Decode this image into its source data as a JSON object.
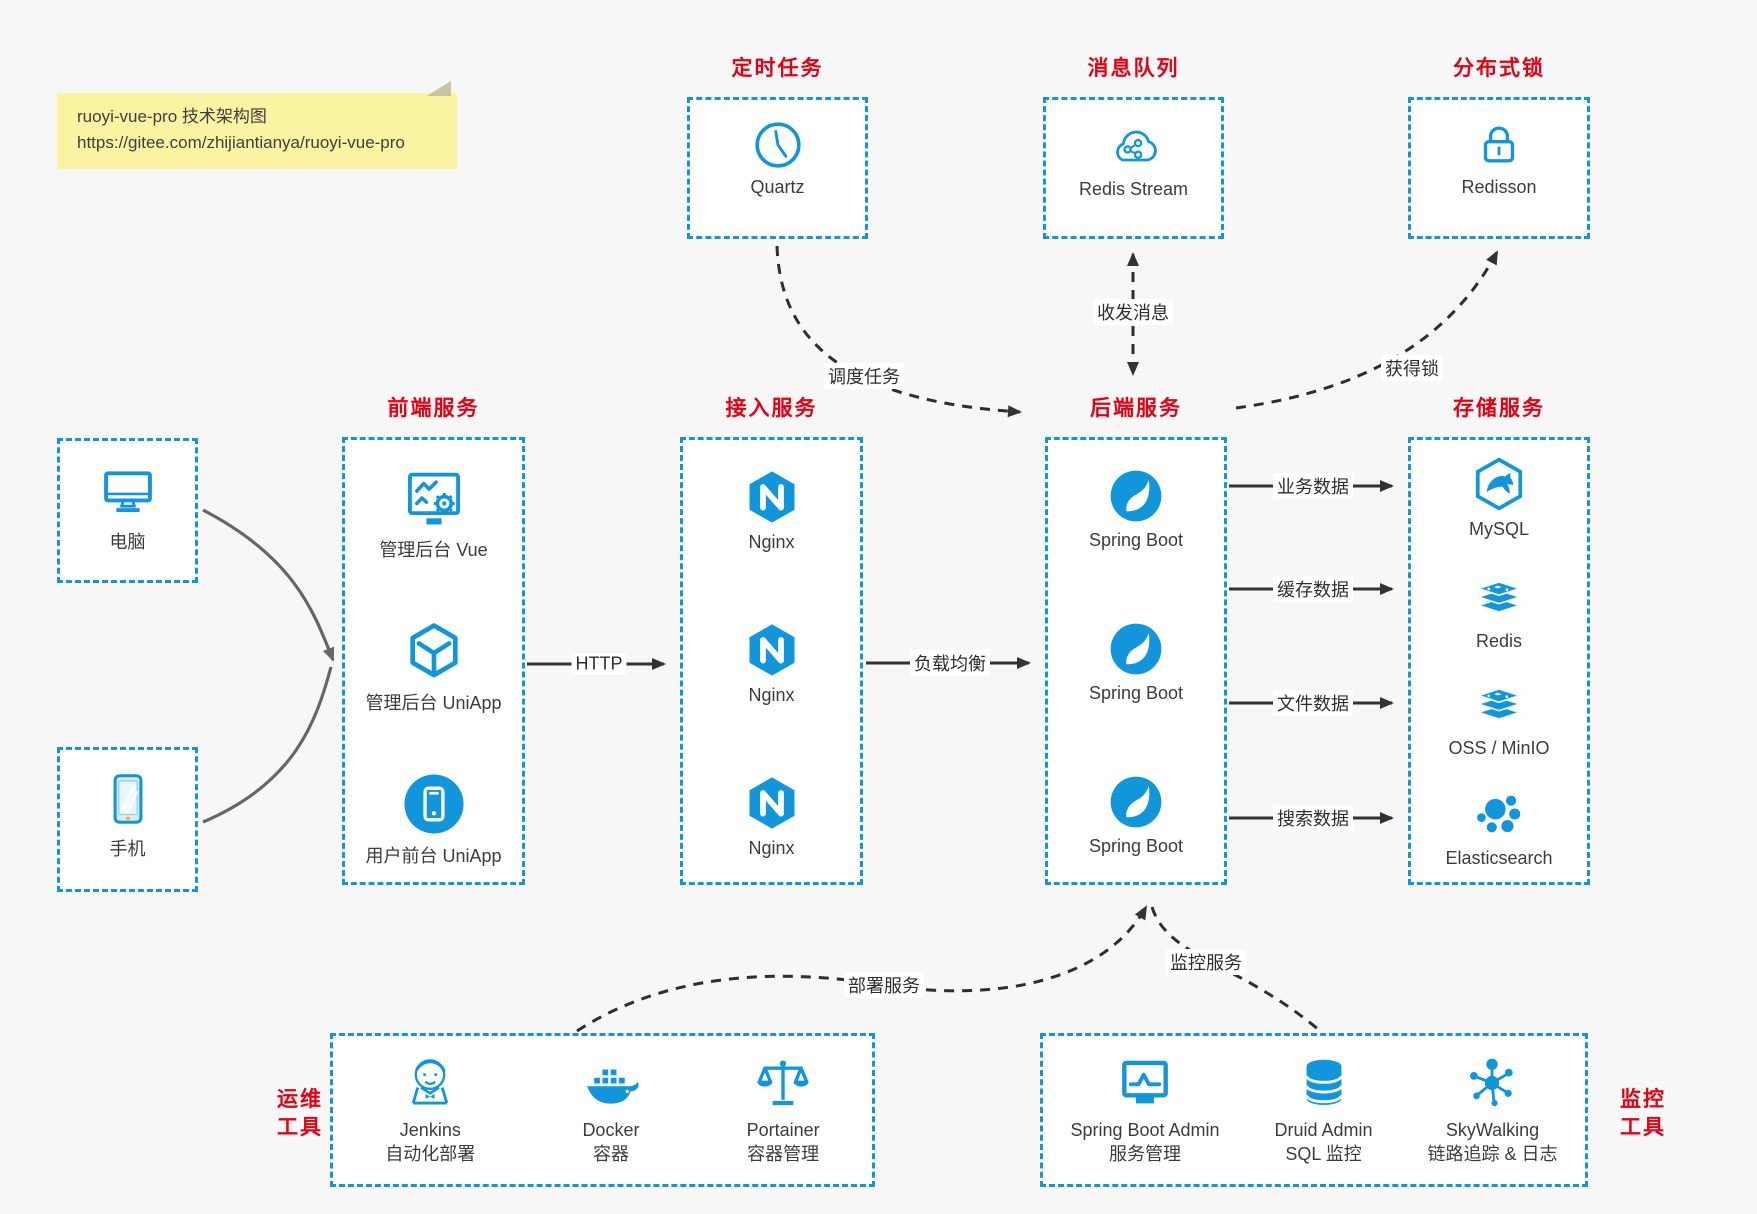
{
  "note": {
    "title": "ruoyi-vue-pro 技术架构图",
    "url": "https://gitee.com/zhijiantianya/ruoyi-vue-pro"
  },
  "top_groups": [
    {
      "title": "定时任务",
      "icon": "clock-icon",
      "label": "Quartz"
    },
    {
      "title": "消息队列",
      "icon": "cloud-share-icon",
      "label": "Redis Stream"
    },
    {
      "title": "分布式锁",
      "icon": "lock-icon",
      "label": "Redisson"
    }
  ],
  "clients": [
    {
      "icon": "desktop-icon",
      "label": "电脑"
    },
    {
      "icon": "mobile-icon",
      "label": "手机"
    }
  ],
  "columns": [
    {
      "title": "前端服务",
      "items": [
        {
          "icon": "admin-vue-icon",
          "label": "管理后台 Vue"
        },
        {
          "icon": "uniapp-cube-icon",
          "label": "管理后台 UniApp"
        },
        {
          "icon": "user-app-icon",
          "label": "用户前台 UniApp"
        }
      ]
    },
    {
      "title": "接入服务",
      "items": [
        {
          "icon": "nginx-icon",
          "label": "Nginx"
        },
        {
          "icon": "nginx-icon",
          "label": "Nginx"
        },
        {
          "icon": "nginx-icon",
          "label": "Nginx"
        }
      ]
    },
    {
      "title": "后端服务",
      "items": [
        {
          "icon": "spring-boot-icon",
          "label": "Spring Boot"
        },
        {
          "icon": "spring-boot-icon",
          "label": "Spring Boot"
        },
        {
          "icon": "spring-boot-icon",
          "label": "Spring Boot"
        }
      ]
    },
    {
      "title": "存储服务",
      "items": [
        {
          "icon": "mysql-icon",
          "label": "MySQL"
        },
        {
          "icon": "redis-stack-icon",
          "label": "Redis"
        },
        {
          "icon": "oss-stack-icon",
          "label": "OSS / MinIO"
        },
        {
          "icon": "elasticsearch-icon",
          "label": "Elasticsearch"
        }
      ]
    }
  ],
  "bottom_groups": [
    {
      "title_line1": "运维",
      "title_line2": "工具",
      "items": [
        {
          "icon": "jenkins-icon",
          "label": "Jenkins",
          "sublabel": "自动化部署"
        },
        {
          "icon": "docker-icon",
          "label": "Docker",
          "sublabel": "容器"
        },
        {
          "icon": "portainer-icon",
          "label": "Portainer",
          "sublabel": "容器管理"
        }
      ]
    },
    {
      "title_line1": "监控",
      "title_line2": "工具",
      "items": [
        {
          "icon": "spring-boot-admin-icon",
          "label": "Spring Boot Admin",
          "sublabel": "服务管理"
        },
        {
          "icon": "druid-icon",
          "label": "Druid Admin",
          "sublabel": "SQL 监控"
        },
        {
          "icon": "skywalking-icon",
          "label": "SkyWalking",
          "sublabel": "链路追踪 & 日志"
        }
      ]
    }
  ],
  "edges": {
    "http": "HTTP",
    "load_balance": "负载均衡",
    "business_data": "业务数据",
    "cache_data": "缓存数据",
    "file_data": "文件数据",
    "search_data": "搜索数据",
    "schedule_task": "调度任务",
    "send_receive_message": "收发消息",
    "acquire_lock": "获得锁",
    "deploy_service": "部署服务",
    "monitor_service": "监控服务"
  },
  "colors": {
    "accent_blue": "#1296db",
    "title_red": "#e60012",
    "arrow_dark": "#333333",
    "arrow_gray": "#666666",
    "note_bg": "#faf3a1"
  }
}
